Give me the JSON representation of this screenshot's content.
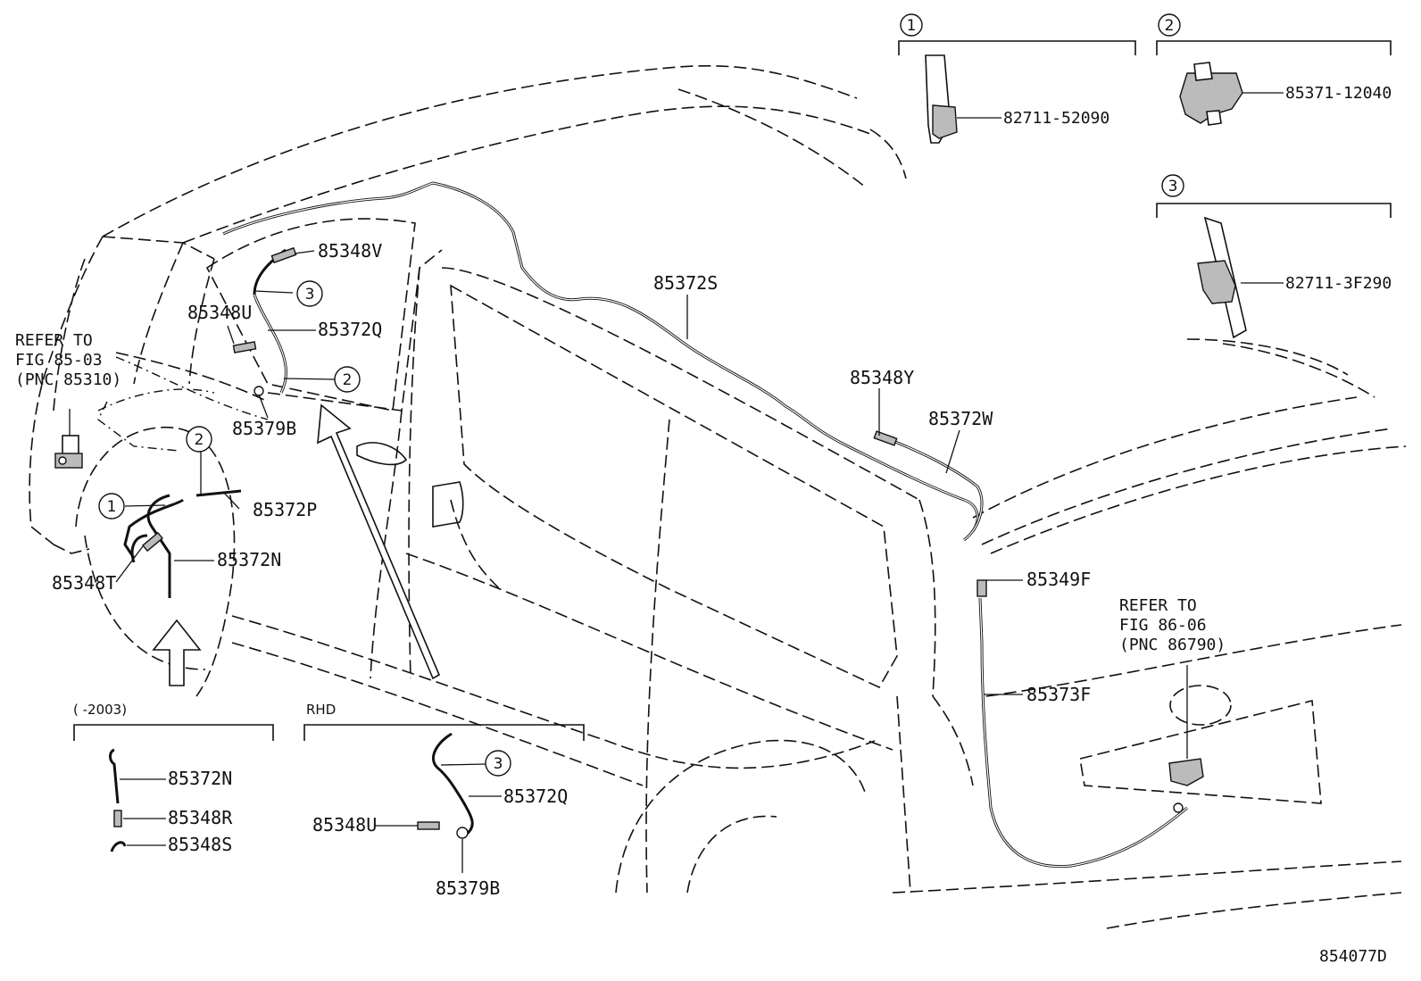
{
  "diagram_code": "854077D",
  "insets": {
    "one": {
      "number": "1",
      "part": "82711-52090"
    },
    "two": {
      "number": "2",
      "part": "85371-12040"
    },
    "three": {
      "number": "3",
      "part": "82711-3F290"
    },
    "before2003": {
      "caption": "(     -2003)",
      "parts": [
        "85372N",
        "85348R",
        "85348S"
      ]
    },
    "rhd": {
      "caption": "RHD",
      "parts": [
        "85372Q",
        "85348U",
        "85379B"
      ],
      "ref": "3"
    }
  },
  "refs": {
    "front": {
      "line1": "REFER TO",
      "line2": "FIG 85-03",
      "line3": "(PNC 85310)"
    },
    "rear": {
      "line1": "REFER TO",
      "line2": "FIG 86-06",
      "line3": "(PNC 86790)"
    }
  },
  "callouts": {
    "p85348V": "85348V",
    "p85348U": "85348U",
    "p85372Q": "85372Q",
    "p85379B": "85379B",
    "p85372P": "85372P",
    "p85372N": "85372N",
    "p85348T": "85348T",
    "p85372S": "85372S",
    "p85348Y": "85348Y",
    "p85372W": "85372W",
    "p85349F": "85349F",
    "p85373F": "85373F"
  },
  "markers": {
    "m1": "1",
    "m2": "2",
    "m3": "3"
  }
}
